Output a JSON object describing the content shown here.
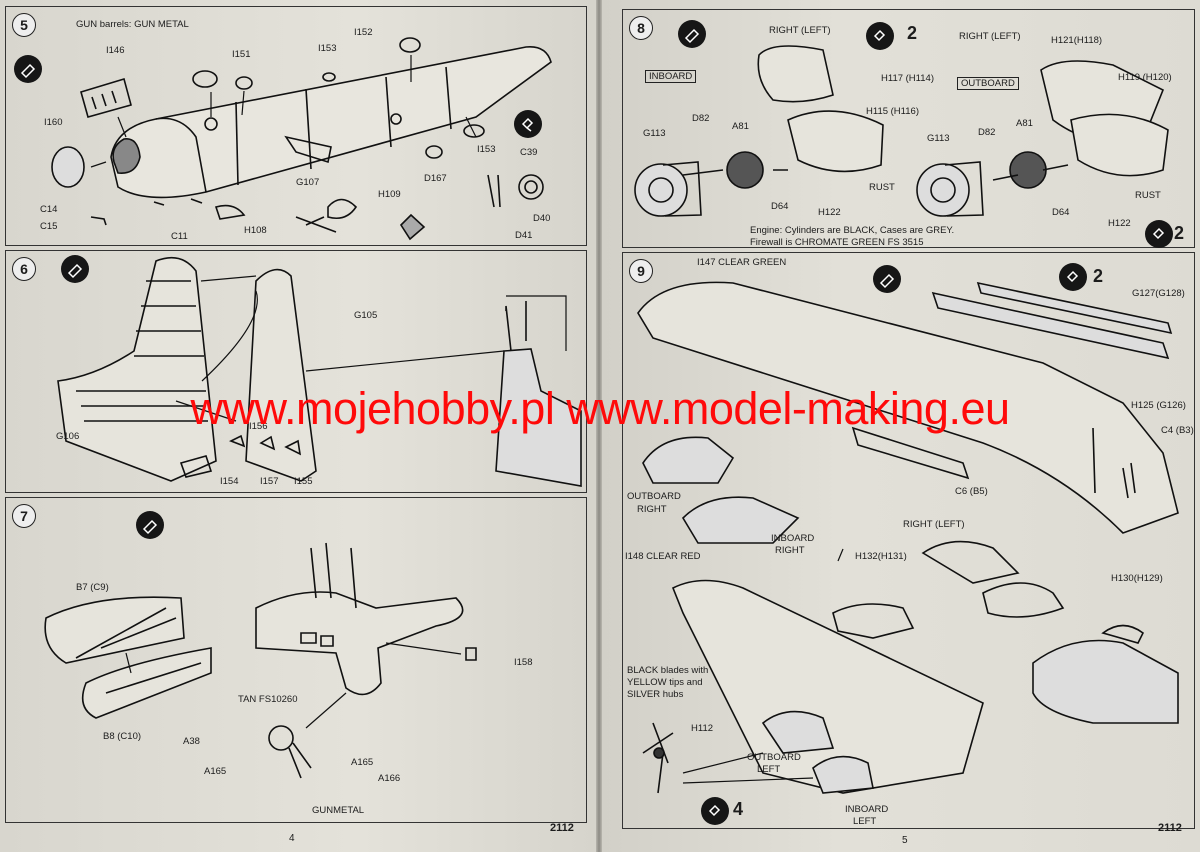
{
  "page_numbers": {
    "left": "4",
    "right": "5"
  },
  "kit_code": "2112",
  "watermark": "www.mojehobby.pl www.model-making.eu",
  "colors": {
    "watermark": "#ff0a0a",
    "ink": "#1c1c1c",
    "paper": "#e2e0d8"
  },
  "steps": [
    {
      "number": "5",
      "note": "GUN barrels: GUN METAL",
      "parts": [
        "I146",
        "I151",
        "I152",
        "I153",
        "I160",
        "C14",
        "C15",
        "C11",
        "H108",
        "G107",
        "H109",
        "D167",
        "C39",
        "D40",
        "D41",
        "I153"
      ]
    },
    {
      "number": "6",
      "parts": [
        "G105",
        "G106",
        "I156",
        "I154",
        "I157",
        "I155"
      ]
    },
    {
      "number": "7",
      "color_top": "TAN FS10260",
      "color_bottom": "GUNMETAL",
      "parts": [
        "B7 (C9)",
        "B8 (C10)",
        "I158",
        "A38",
        "A165",
        "A165",
        "A166"
      ]
    },
    {
      "number": "8",
      "right_left_1": "RIGHT (LEFT)",
      "right_left_2": "RIGHT (LEFT)",
      "inboard": "INBOARD",
      "outboard": "OUTBOARD",
      "qty_a": "2",
      "qty_b": "2",
      "engine_note_1": "Engine: Cylinders are BLACK, Cases are GREY.",
      "engine_note_2": "Firewall is CHROMATE GREEN FS 3515",
      "parts": [
        "H117 (H114)",
        "H115 (H116)",
        "G113",
        "D82",
        "A81",
        "D64",
        "H122",
        "RUST",
        "H121(H118)",
        "H119 (H120)",
        "G113",
        "D82",
        "A81",
        "D64",
        "H122",
        "RUST"
      ]
    },
    {
      "number": "9",
      "clear_green": "I147 CLEAR GREEN",
      "clear_red": "I148 CLEAR RED",
      "qty_c": "2",
      "qty_d": "4",
      "right_left": "RIGHT (LEFT)",
      "blades_1": "BLACK blades with",
      "blades_2": "YELLOW tips and",
      "blades_3": "SILVER hubs",
      "outboard_right": "OUTBOARD",
      "outboard_right_2": "RIGHT",
      "inboard_right": "INBOARD",
      "inboard_right_2": "RIGHT",
      "outboard_left": "OUTBOARD",
      "outboard_left_2": "LEFT",
      "inboard_left": "INBOARD",
      "inboard_left_2": "LEFT",
      "parts": [
        "G127(G128)",
        "H125 (G126)",
        "C4 (B3)",
        "C6 (B5)",
        "H132(H131)",
        "H130(H129)",
        "H112"
      ]
    }
  ]
}
